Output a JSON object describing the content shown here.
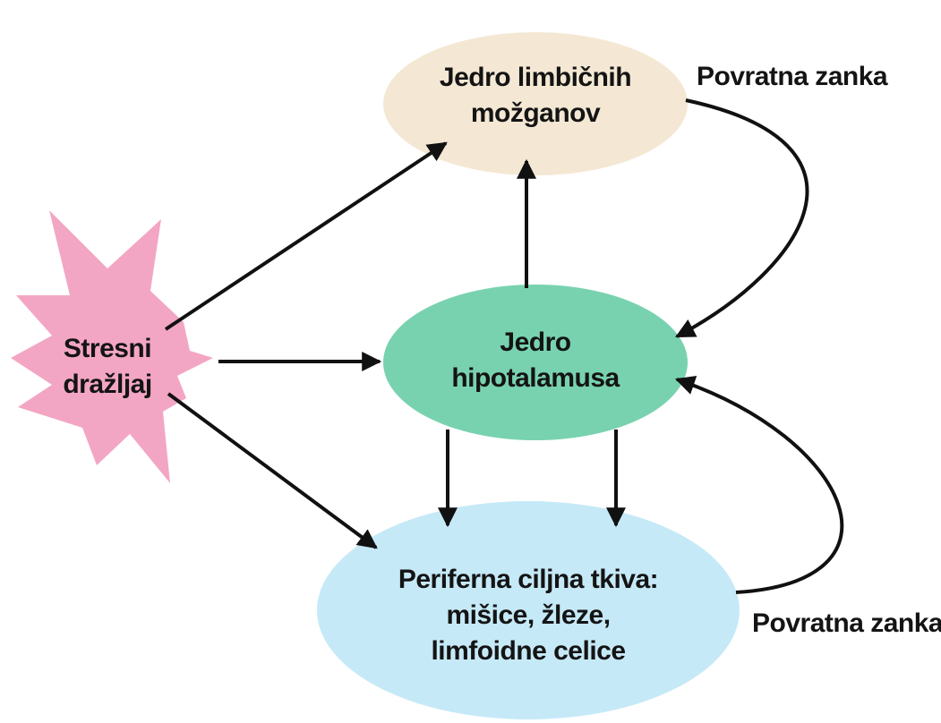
{
  "colors": {
    "limbic_fill": "#f4e8d4",
    "hypothalamus_fill": "#78d2b0",
    "peripheral_fill": "#c6e9f7",
    "stress_fill": "#f3a6c3",
    "arrow": "#111111",
    "text": "#141414"
  },
  "nodes": {
    "limbic": {
      "line1": "Jedro limbičnih",
      "line2": "možganov"
    },
    "hypothalamus": {
      "line1": "Jedro",
      "line2": "hipotalamusa"
    },
    "peripheral": {
      "line1": "Periferna ciljna tkiva:",
      "line2": "mišice, žleze,",
      "line3": "limfoidne celice"
    },
    "stimulus": {
      "line1": "Stresni",
      "line2": "dražljaj"
    }
  },
  "labels": {
    "feedback_top": "Povratna zanka",
    "feedback_bottom": "Povratna zanka"
  }
}
